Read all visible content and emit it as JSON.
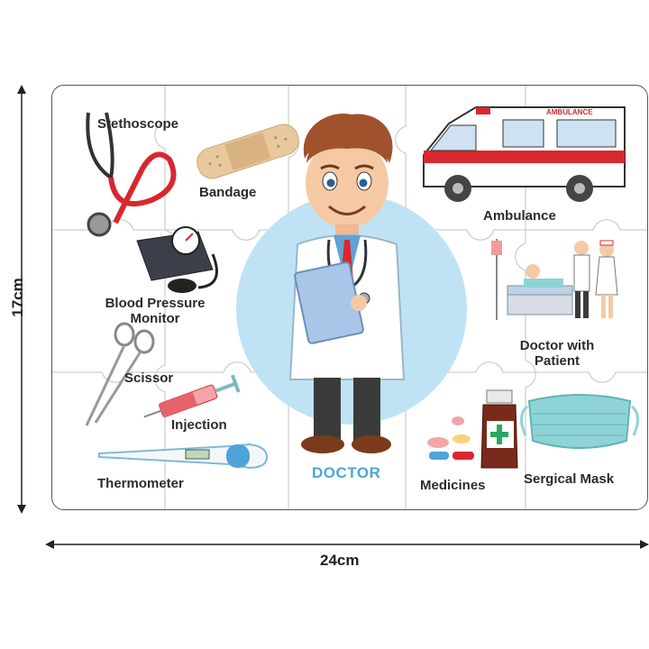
{
  "dimensions": {
    "height_label": "17cm",
    "width_label": "24cm"
  },
  "puzzle": {
    "center_title": "DOCTOR",
    "items": {
      "stethoscope": "Stethoscope",
      "bandage": "Bandage",
      "ambulance": "Ambulance",
      "blood_pressure_monitor_line1": "Blood Pressure",
      "blood_pressure_monitor_line2": "Monitor",
      "doctor_with_patient_line1": "Doctor with",
      "doctor_with_patient_line2": "Patient",
      "scissor": "Scissor",
      "injection": "Injection",
      "thermometer": "Thermometer",
      "medicines": "Medicines",
      "surgical_mask": "Sergical Mask"
    },
    "ambulance_sign": "AMBULANCE"
  },
  "colors": {
    "accent_blue": "#4fa3d9",
    "circle_blue": "#bfe3f5",
    "ambulance_red": "#d8282e",
    "stethoscope_red": "#d8282e",
    "mask_teal": "#8fd3d6"
  }
}
